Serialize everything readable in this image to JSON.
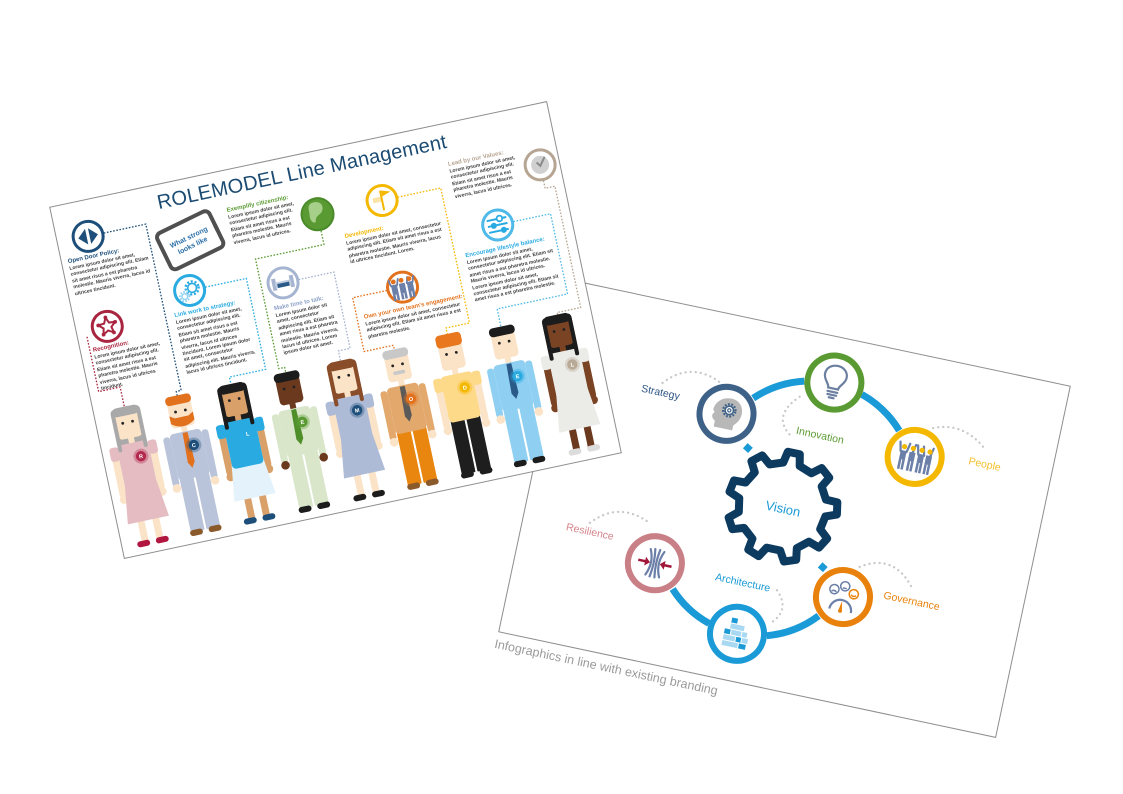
{
  "left_card": {
    "title": "ROLEMODEL Line Management",
    "tablet": {
      "line1": "What strong",
      "line2": "looks like"
    },
    "sections": {
      "open_door": {
        "heading": "Open Door Policy:",
        "color": "#1d4f7a",
        "icon": "open-door-arrows-icon",
        "body": "Lorem ipsum dolor sit amet, consectetur adipiscing elit. Etiam sit amet risus a est pharetra molestie. Mauris viverra, lacus id ultrices tincidunt."
      },
      "recognition": {
        "heading": "Recognition:",
        "color": "#a8243f",
        "icon": "star-network-icon",
        "body": "Lorem ipsum dolor sit amet, consectetur adipiscing elit. Etiam sit amet risus a est pharetra molestie. Mauris viverra, lacus id ultrices tincidunt."
      },
      "link_work": {
        "heading": "Link work to strategy:",
        "color": "#29abe2",
        "icon": "gears-icon",
        "body": "Lorem ipsum dolor sit amet, consectetur adipiscing elit. Etiam sit amet risus a est pharetra molestie. Mauris viverra, lacus id ultrices tincidunt. Lorem ipsum dolor sit amet, consectetur adipiscing elit. Mauris viverra, lacus id ultrices tincidunt."
      },
      "make_time": {
        "heading": "Make time to talk:",
        "color": "#8fa3c8",
        "icon": "couch-icon",
        "body": "Lorem ipsum dolor sit amet, consectetur adipiscing elit. Etiam sit amet risus a est pharetra molestie. Mauris viverra, lacus id ultrices. Lorem ipsum dolor sit amet."
      },
      "exemplify": {
        "heading": "Exemplify citizenship:",
        "color": "#5a9a32",
        "icon": "globe-icon",
        "body": "Lorem ipsum dolor sit amet, consectetur adipiscing elit. Etiam sit amet risus a est pharetra molestie. Mauris viverra, lacus id ultrices."
      },
      "development": {
        "heading": "Development:",
        "color": "#f5b800",
        "icon": "signpost-flag-icon",
        "body": "Lorem ipsum dolor sit amet, consectetur adipiscing elit. Etiam sit amet risus a est pharetra molestie. Mauris viverra, lacus id ultrices tincidunt. Lorem."
      },
      "own_team": {
        "heading": "Own your own team's engagement:",
        "color": "#e2711d",
        "icon": "team-icon",
        "body": "Lorem ipsum dolor sit amet, consectetur adipiscing elit. Etiam sit amet risus a est pharetra molestie."
      },
      "lead_values": {
        "heading": "Lead by our Values:",
        "color": "#b6a592",
        "icon": "checkmark-icon",
        "body": "Lorem ipsum dolor sit amet, consectetur adipiscing elit. Etiam sit amet risus a est pharetra molestie. Mauris viverra, lacus id ultrices."
      },
      "lifestyle": {
        "heading": "Encourage lifestyle balance:",
        "color": "#29abe2",
        "icon": "sliders-icon",
        "body": "Lorem ipsum dolor sit amet, consectetur adipiscing elit. Etiam sit amet risus a est pharetra molestie. Mauris viverra, lacus id ultrices. Lorem ipsum dolor sit amet, consectetur adipiscing elit. Etiam sit amet risus a est pharetra molestie."
      }
    },
    "people": [
      {
        "badge": "R",
        "badge_color": "#b3294e",
        "skin": "#fbe3c8",
        "hair": "#a9a9a9",
        "hair_style": "long",
        "top": "#e4bcc2",
        "sleeves": "short",
        "lower": "dress",
        "bottom": "#e4bcc2",
        "shoes": "#b0163f"
      },
      {
        "badge": "C",
        "badge_color": "#1d4f7a",
        "skin": "#fbe3c8",
        "hair": "#e2711d",
        "hair_style": "short",
        "facial_hair": "beard",
        "top": "#b9c3d9",
        "sleeves": "long",
        "lower": "pants",
        "bottom": "#b9c3d9",
        "shoes": "#8b5a2b",
        "tie": "#e2711d"
      },
      {
        "badge": "L",
        "badge_color": "#29abe2",
        "skin": "#d9a06a",
        "hair": "#1c1c1c",
        "hair_style": "long",
        "top": "#29abe2",
        "sleeves": "short",
        "lower": "skirt",
        "bottom": "#e3f2fb",
        "shoes": "#1d4f7a"
      },
      {
        "badge": "E",
        "badge_color": "#5a9a32",
        "skin": "#6b3a1e",
        "hair": "#1c1c1c",
        "hair_style": "short",
        "top": "#d9e6c9",
        "sleeves": "long",
        "lower": "pants",
        "bottom": "#d9e6c9",
        "shoes": "#1c1c1c",
        "tie": "#4f8f2a"
      },
      {
        "badge": "M",
        "badge_color": "#1d4f7a",
        "skin": "#fbe3c8",
        "hair": "#8a4d2a",
        "hair_style": "long",
        "top": "#aebbd7",
        "sleeves": "short",
        "lower": "dress",
        "bottom": "#aebbd7",
        "shoes": "#1c1c1c"
      },
      {
        "badge": "O",
        "badge_color": "#e2711d",
        "skin": "#fbe3c8",
        "hair": "#c8c8c8",
        "hair_style": "short",
        "facial_hair": "mustache",
        "top": "#e3a86c",
        "sleeves": "long",
        "lower": "pants",
        "bottom": "#e8860f",
        "shoes": "#8b5a2b",
        "tie": "#5a5a5a"
      },
      {
        "badge": "D",
        "badge_color": "#f5b800",
        "skin": "#fbe3c8",
        "hair": "#e8771e",
        "hair_style": "tall",
        "top": "#fdd98a",
        "sleeves": "short",
        "lower": "pants",
        "bottom": "#1e1e1e",
        "shoes": "#1e1e1e"
      },
      {
        "badge": "E",
        "badge_color": "#29abe2",
        "skin": "#fbe3c8",
        "hair": "#1c1c1c",
        "hair_style": "short",
        "top": "#8fd0f2",
        "sleeves": "long",
        "lower": "pants",
        "bottom": "#8fd0f2",
        "shoes": "#1c1c1c",
        "tie": "#2a5a88"
      },
      {
        "badge": "L",
        "badge_color": "#b8aa96",
        "skin": "#7a4424",
        "hair": "#1c1c1c",
        "hair_style": "long",
        "top": "#ebebe8",
        "sleeves": "short",
        "lower": "dress",
        "bottom": "#ebebe8",
        "legs": "#6b3a1e",
        "shoes": "#dcdcdc"
      }
    ]
  },
  "right_card": {
    "center_label": "Vision",
    "colors": {
      "arc": "#1a9ad6",
      "gear": "#0d3a5f",
      "dots": "#c9c9c9"
    },
    "nodes": [
      {
        "label": "Strategy",
        "color": "#3e6188",
        "icon": "head-gear-icon"
      },
      {
        "label": "Innovation",
        "color": "#5a9a32",
        "icon": "lightbulb-icon"
      },
      {
        "label": "People",
        "color": "#f5b800",
        "icon": "people-group-icon"
      },
      {
        "label": "Resilience",
        "color": "#c97f86",
        "icon": "compression-arrows-icon"
      },
      {
        "label": "Architecture",
        "color": "#1a9ad6",
        "icon": "bricks-icon"
      },
      {
        "label": "Governance",
        "color": "#e8820c",
        "icon": "faces-gauge-icon"
      }
    ],
    "caption": "Infographics in line with existing branding"
  }
}
